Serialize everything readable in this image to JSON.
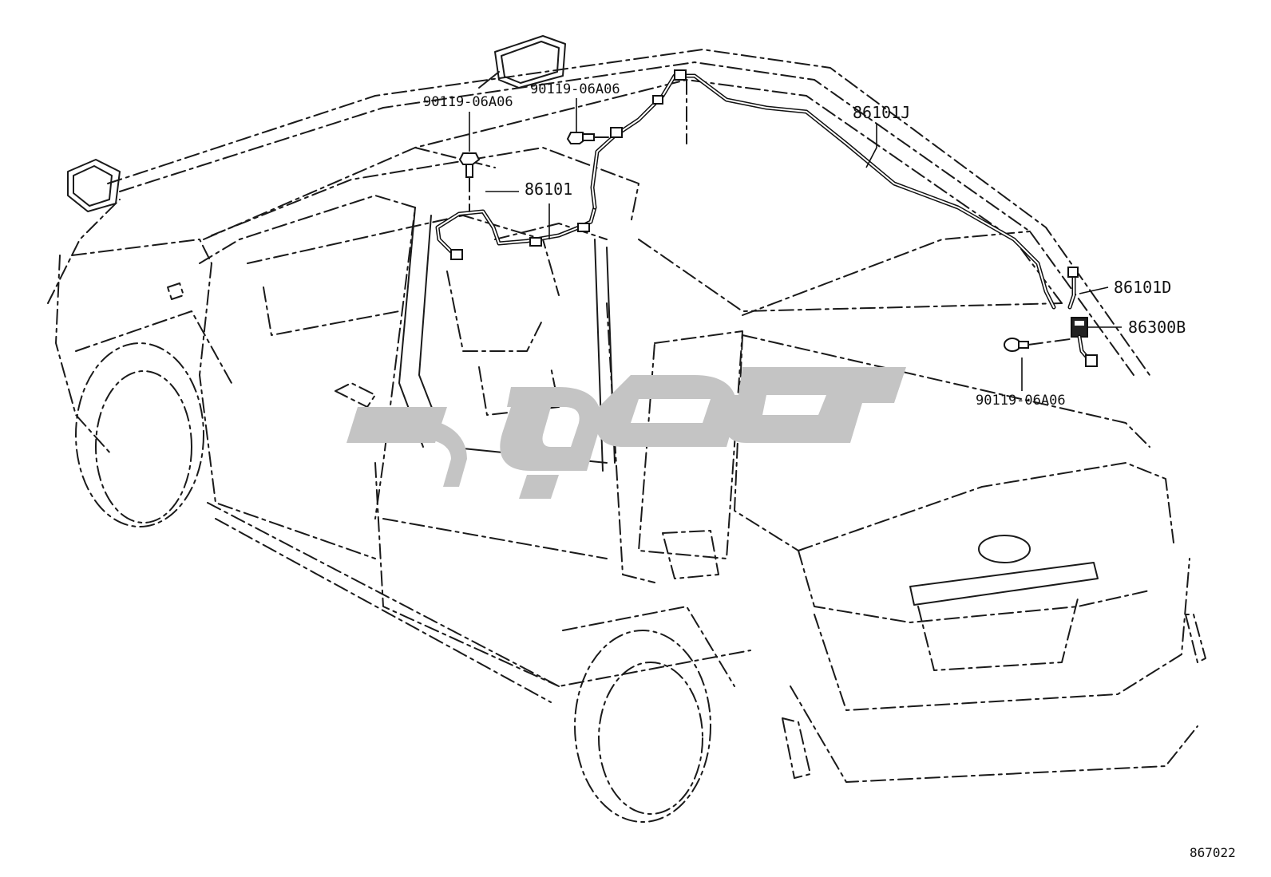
{
  "labels": {
    "bolt_top_left": "90119-06A06",
    "bolt_top_center": "90119-06A06",
    "harness_main": "86101",
    "harness_roof": "86101J",
    "harness_rear": "86101D",
    "antenna_amp": "86300B",
    "bolt_rear": "90119-06A06"
  },
  "diagram_id": "867022",
  "watermark_color": "#c4c4c4"
}
